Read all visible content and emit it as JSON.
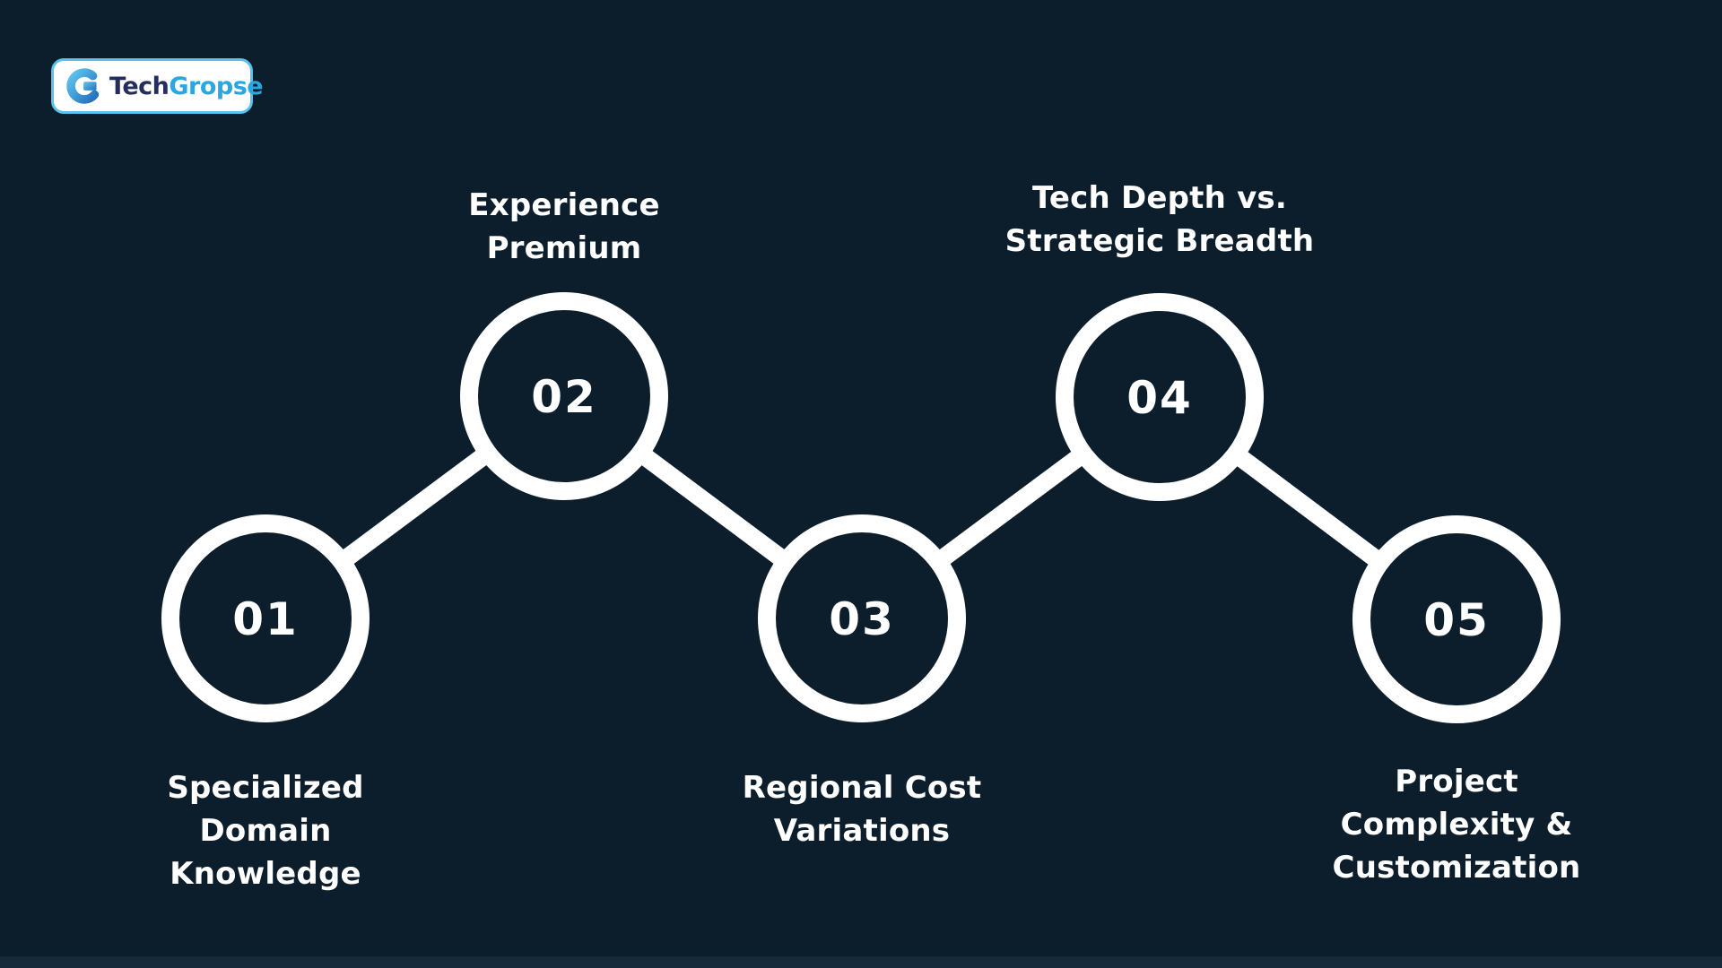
{
  "page": {
    "background_color": "#0c1e2b",
    "footer_strip_color": "#162a3c",
    "diagram_stroke_color": "#ffffff"
  },
  "logo": {
    "name": "TechGropse",
    "text_primary": "Tech",
    "text_secondary": "Gropse",
    "text_primary_color": "#242e5c",
    "text_secondary_color": "#2aa7e0",
    "border_color": "#59c2ec",
    "icon": "techgropse-g-icon",
    "icon_gradient": [
      "#5fc6ef",
      "#2470bd"
    ]
  },
  "diagram": {
    "type": "zigzag-process",
    "nodes": [
      {
        "number": "01",
        "label": "Specialized Domain Knowledge",
        "lines": [
          "Specialized",
          "Domain",
          "Knowledge"
        ],
        "label_position": "bottom"
      },
      {
        "number": "02",
        "label": "Experience Premium",
        "lines": [
          "Experience",
          "Premium"
        ],
        "label_position": "top"
      },
      {
        "number": "03",
        "label": "Regional Cost Variations",
        "lines": [
          "Regional Cost",
          "Variations"
        ],
        "label_position": "bottom"
      },
      {
        "number": "04",
        "label": "Tech Depth vs. Strategic Breadth",
        "lines": [
          "Tech Depth vs.",
          "Strategic Breadth"
        ],
        "label_position": "top"
      },
      {
        "number": "05",
        "label": "Project Complexity & Customization",
        "lines": [
          "Project",
          "Complexity &",
          "Customization"
        ],
        "label_position": "bottom"
      }
    ]
  }
}
